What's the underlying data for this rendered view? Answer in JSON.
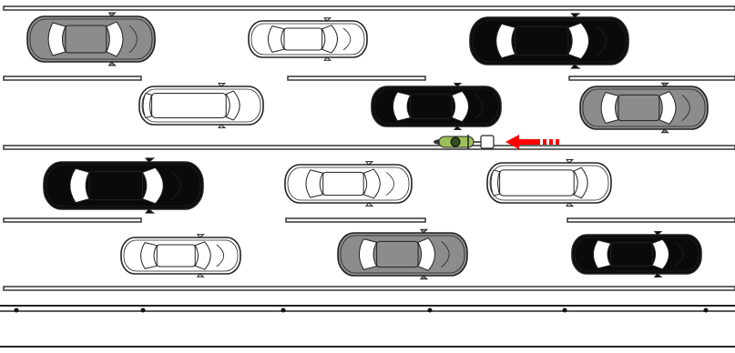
{
  "scene": {
    "description_free": true,
    "lanes": 4,
    "colors": {
      "background": "#ffffff",
      "line": "#333333",
      "dash_fill": "#ffffff",
      "car_gray": "#8c8c8c",
      "car_black": "#0a0a0a",
      "car_white": "#ffffff",
      "glass": "#ffffff",
      "motorcycle": "#9dbf5a",
      "arrow": "#ff0000"
    },
    "vehicles": [
      {
        "name": "car-gray",
        "color": "gray",
        "type": "sedan"
      },
      {
        "name": "car-white",
        "color": "white",
        "type": "sedan"
      },
      {
        "name": "car-black",
        "color": "black",
        "type": "limo"
      },
      {
        "name": "car-white",
        "color": "white",
        "type": "van"
      },
      {
        "name": "car-black",
        "color": "black",
        "type": "sedan"
      },
      {
        "name": "car-gray",
        "color": "gray",
        "type": "sedan"
      },
      {
        "name": "car-black",
        "color": "black",
        "type": "limo"
      },
      {
        "name": "car-white",
        "color": "white",
        "type": "sedan"
      },
      {
        "name": "car-white",
        "color": "white",
        "type": "van"
      },
      {
        "name": "car-white",
        "color": "white",
        "type": "sedan"
      },
      {
        "name": "car-gray",
        "color": "gray",
        "type": "sedan"
      },
      {
        "name": "car-black",
        "color": "black",
        "type": "sedan"
      }
    ],
    "motorcycle": {
      "color": "green",
      "direction": "left"
    },
    "arrow": {
      "direction": "left",
      "icon": "arrow-left-icon"
    }
  }
}
